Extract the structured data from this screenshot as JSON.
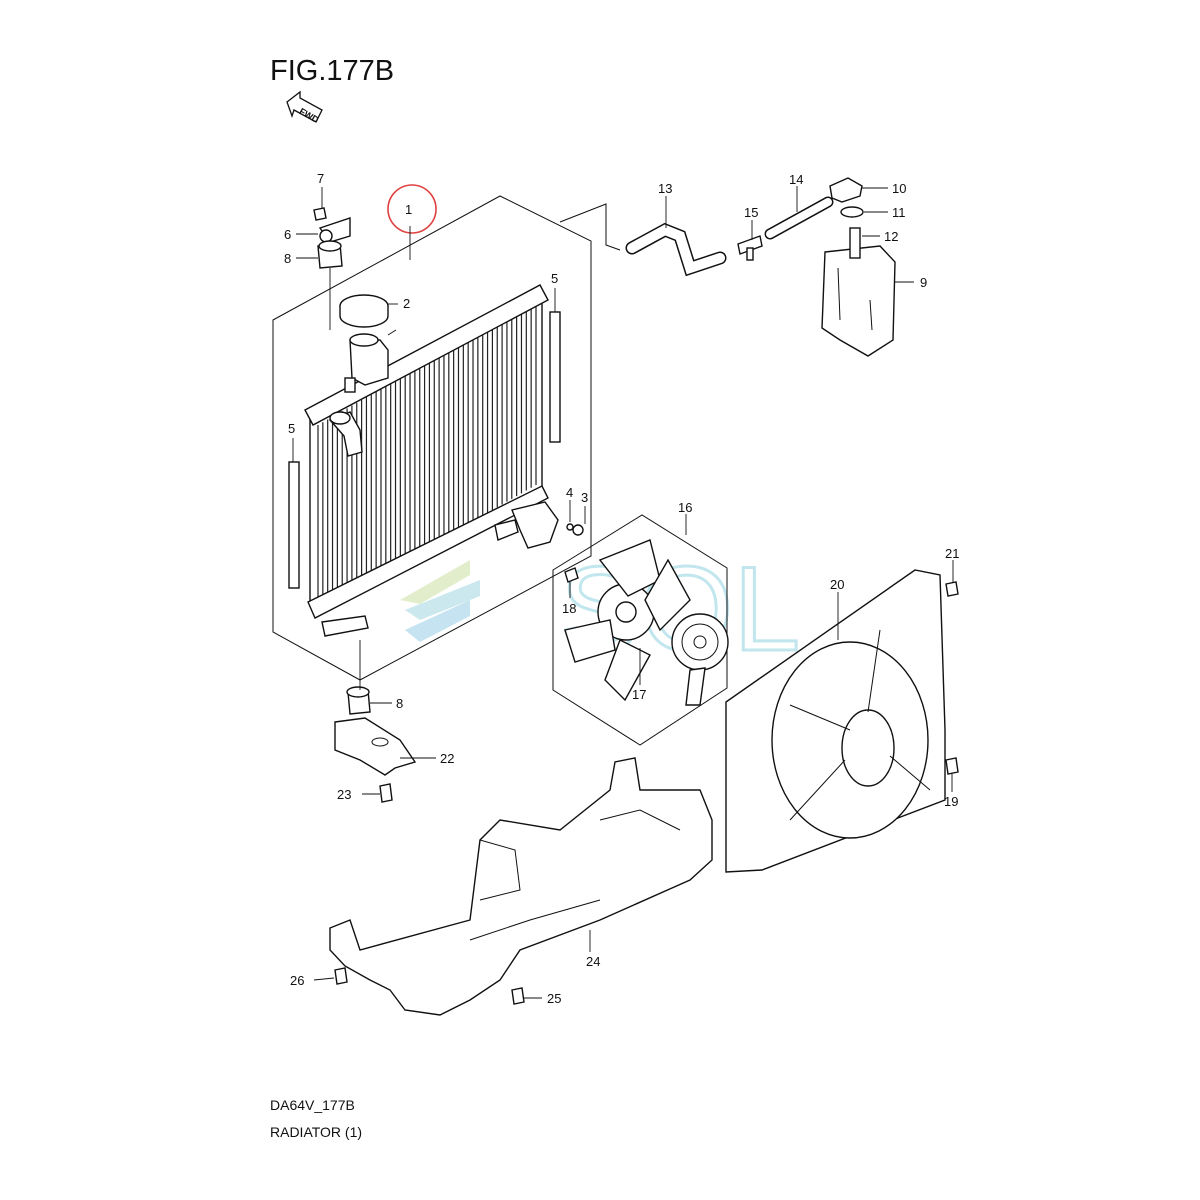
{
  "figure": {
    "title": "FIG.177B",
    "fwd_label": "FWD",
    "model_code": "DA64V_177B",
    "section_name": "RADIATOR (1)"
  },
  "watermark": {
    "text": "SOL"
  },
  "callouts": {
    "c1": "1",
    "c2": "2",
    "c3": "3",
    "c4": "4",
    "c5a": "5",
    "c5b": "5",
    "c6": "6",
    "c7": "7",
    "c8a": "8",
    "c8b": "8",
    "c9": "9",
    "c10": "10",
    "c11": "11",
    "c12": "12",
    "c13": "13",
    "c14": "14",
    "c15": "15",
    "c16": "16",
    "c17": "17",
    "c18": "18",
    "c19": "19",
    "c20": "20",
    "c21": "21",
    "c22": "22",
    "c23": "23",
    "c24": "24",
    "c25": "25",
    "c26": "26"
  },
  "highlight": {
    "color": "#e04040",
    "target_callout": "1"
  }
}
